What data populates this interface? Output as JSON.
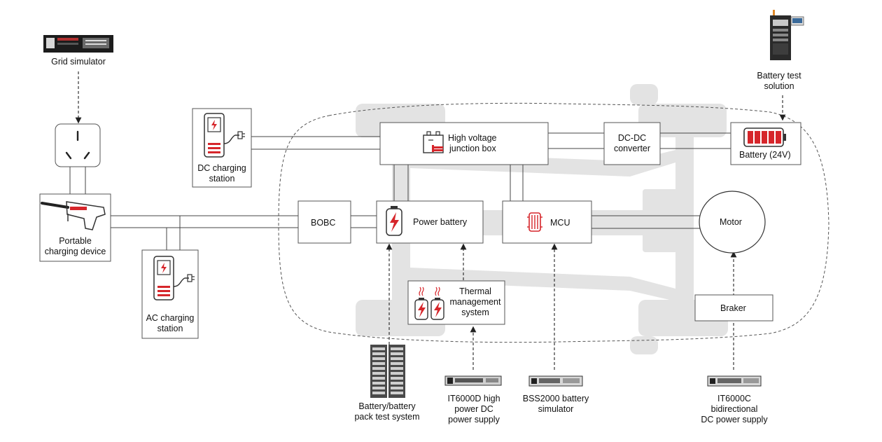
{
  "colors": {
    "accent_red": "#d6262b",
    "line": "#444444",
    "box_border": "#555555",
    "car_fill": "#e3e3e3",
    "icon_gray": "#3a3a3a"
  },
  "external": {
    "grid_simulator": "Grid simulator",
    "battery_test_solution": [
      "Battery test",
      "solution"
    ],
    "battery_pack_test": [
      "Battery/battery",
      "pack test system"
    ],
    "it6000d": [
      "IT6000D high",
      "power DC",
      "power supply"
    ],
    "bss2000": [
      "BSS2000 battery",
      "simulator"
    ],
    "it6000c": [
      "IT6000C",
      "bidirectional",
      "DC power supply"
    ]
  },
  "charging": {
    "dc_station": [
      "DC charging",
      "station"
    ],
    "ac_station": [
      "AC charging",
      "station"
    ],
    "portable": [
      "Portable",
      "charging device"
    ]
  },
  "vehicle": {
    "hv_junction": [
      "High voltage",
      "junction box"
    ],
    "dcdc": [
      "DC-DC",
      "converter"
    ],
    "battery_24v": "Battery (24V)",
    "bobc": "BOBC",
    "power_battery": "Power battery",
    "mcu": "MCU",
    "motor": "Motor",
    "thermal": [
      "Thermal",
      "management",
      "system"
    ],
    "braker": "Braker"
  },
  "icons": [
    "equipment-rack-icon",
    "outlet-icon",
    "charging-gun-icon",
    "charging-station-icon",
    "junction-box-icon",
    "battery-icon",
    "motor-coil-icon",
    "heat-battery-icon"
  ]
}
